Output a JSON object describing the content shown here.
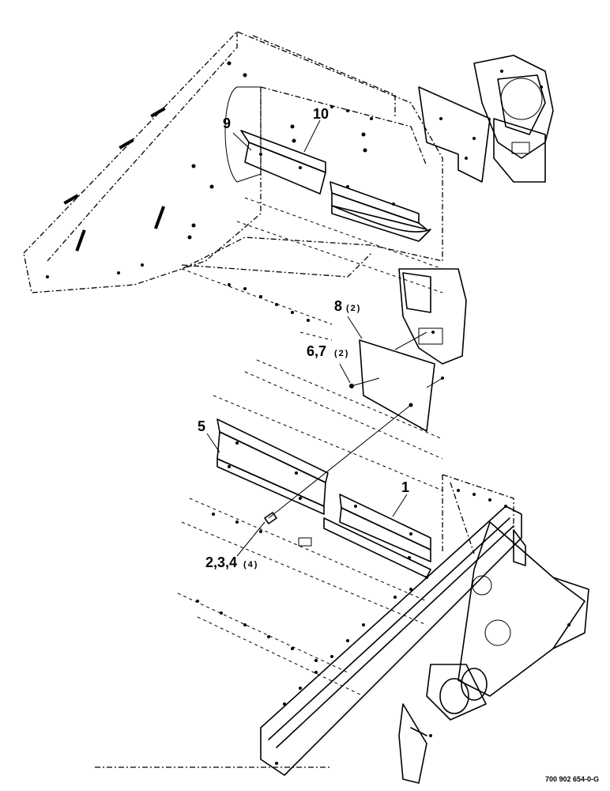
{
  "callouts": {
    "c1": {
      "num": "1",
      "qty": ""
    },
    "c234": {
      "num": "2,3,4",
      "qty": "(4)"
    },
    "c5": {
      "num": "5",
      "qty": ""
    },
    "c67": {
      "num": "6,7",
      "qty": "(2)"
    },
    "c8": {
      "num": "8",
      "qty": "(2)"
    },
    "c9": {
      "num": "9",
      "qty": ""
    },
    "c10": {
      "num": "10",
      "qty": ""
    }
  },
  "footer": {
    "part_number": "700 902 654-0-G"
  }
}
